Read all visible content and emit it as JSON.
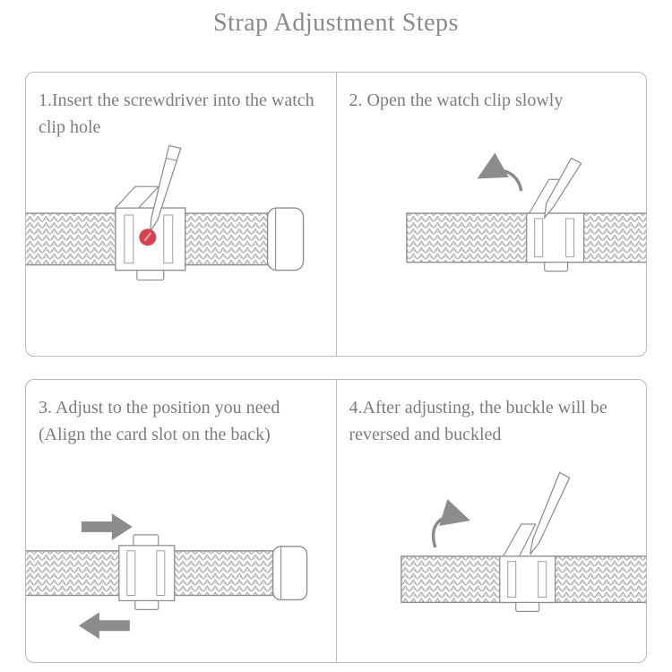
{
  "page": {
    "title": "Strap Adjustment Steps"
  },
  "steps": [
    {
      "label": "1.Insert the screwdriver into the watch clip hole"
    },
    {
      "label": "2. Open the watch clip slowly"
    },
    {
      "label": "3. Adjust to the position you need",
      "sublabel": "(Align the card slot on the back)"
    },
    {
      "label": "4.After adjusting, the buckle will be reversed and buckled"
    }
  ],
  "colors": {
    "title_gray": "#8a8a8a",
    "caption_gray": "#7c7c7c",
    "panel_border_gray": "#b9b9b9",
    "line_art_gray": "#8f8f8f",
    "mesh_gray": "#9e9e9e",
    "arrow_gray": "#8c8c8c",
    "highlight_red": "#d7404d"
  },
  "illustrations": {
    "step1": [
      "watch-band",
      "band-end-loop",
      "watch-clip",
      "clip-flap",
      "screwdriver",
      "clip-hole-highlight"
    ],
    "step2": [
      "watch-band",
      "watch-clip",
      "clip-flap-open",
      "screwdriver",
      "rotate-open-arrow"
    ],
    "step3": [
      "watch-band",
      "band-end-loop",
      "watch-clip",
      "slide-right-arrow",
      "slide-left-arrow"
    ],
    "step4": [
      "watch-band",
      "watch-clip",
      "clip-flap-open",
      "screwdriver",
      "rotate-close-arrow"
    ]
  }
}
